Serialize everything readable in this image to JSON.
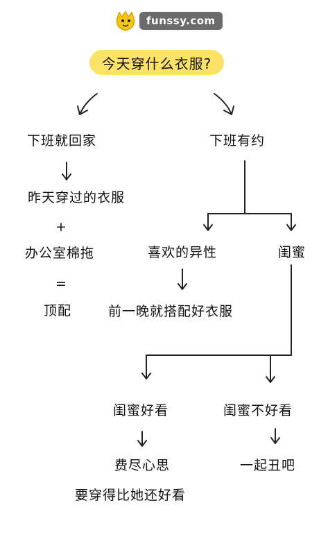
{
  "logo": {
    "text": "funssy.com",
    "pill_color": "#6b6b6b",
    "mascot_color": "#f5c518"
  },
  "title": {
    "text": "今天穿什么衣服?",
    "bg_color": "#fde26a"
  },
  "left_branch": {
    "head": "下班就回家",
    "result": "昨天穿过的衣服",
    "plus": "+",
    "item": "办公室棉拖",
    "equals": "=",
    "verdict": "顶配"
  },
  "right_branch": {
    "head": "下班有约",
    "opposite_sex": "喜欢的异性",
    "opposite_sex_result": "前一晚就搭配好衣服",
    "bestie": "闺蜜",
    "bestie_pretty": "闺蜜好看",
    "bestie_pretty_result_1": "费尽心思",
    "bestie_pretty_result_2": "要穿得比她还好看",
    "bestie_not_pretty": "闺蜜不好看",
    "bestie_not_pretty_result": "一起丑吧"
  }
}
